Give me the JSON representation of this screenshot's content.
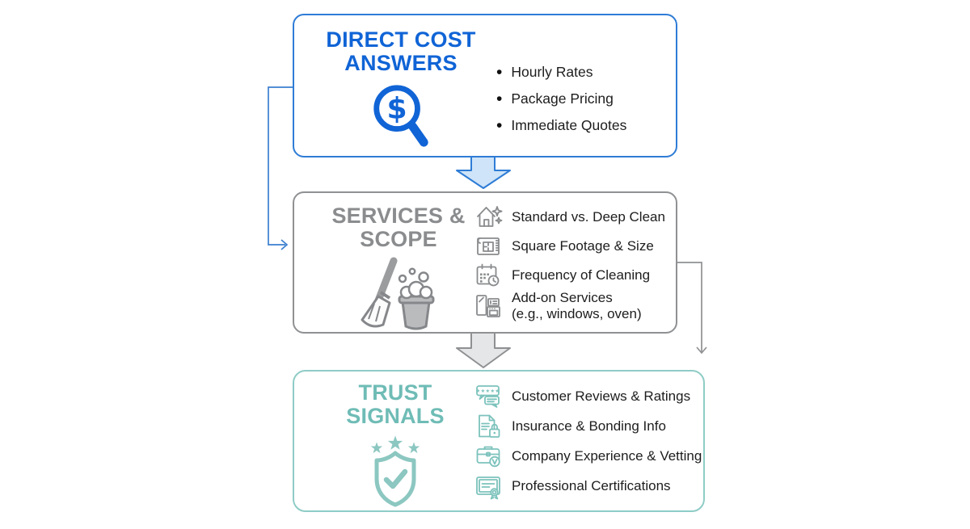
{
  "palette": {
    "blue_accent": "#1064d6",
    "blue_border": "#2e7cd6",
    "blue_arrow_fill": "#cfe4f8",
    "gray_accent": "#8a8c8e",
    "gray_border": "#8f9193",
    "gray_arrow_fill": "#e4e6e7",
    "teal_accent": "#6fbcb6",
    "teal_border": "#8fccc6",
    "teal_icon": "#7cc2bc",
    "body_text": "#1d1d1d"
  },
  "bullet_char": "•",
  "boxes": {
    "direct_cost": {
      "title_line1": "DIRECT COST",
      "title_line2": "ANSWERS",
      "icon": "dollar-magnifier-icon",
      "items": [
        {
          "label": "Hourly Rates"
        },
        {
          "label": "Package Pricing"
        },
        {
          "label": "Immediate Quotes"
        }
      ]
    },
    "services_scope": {
      "title_line1": "SERVICES &",
      "title_line2": "SCOPE",
      "icon": "broom-bucket-icon",
      "items": [
        {
          "icon": "house-sparkle-icon",
          "label": "Standard vs. Deep Clean"
        },
        {
          "icon": "floor-plan-icon",
          "label": "Square Footage & Size"
        },
        {
          "icon": "calendar-clock-icon",
          "label": "Frequency of Cleaning"
        },
        {
          "icon": "appliances-icon",
          "label": "Add-on Services",
          "sublabel": "(e.g., windows, oven)"
        }
      ]
    },
    "trust_signals": {
      "title_line1": "TRUST",
      "title_line2": "SIGNALS",
      "icon": "shield-check-stars-icon",
      "items": [
        {
          "icon": "review-bubbles-icon",
          "label": "Customer Reviews & Ratings"
        },
        {
          "icon": "document-lock-icon",
          "label": "Insurance & Bonding Info"
        },
        {
          "icon": "briefcase-vetting-icon",
          "label": "Company Experience & Vetting"
        },
        {
          "icon": "certificate-icon",
          "label": "Professional Certifications"
        }
      ]
    }
  }
}
